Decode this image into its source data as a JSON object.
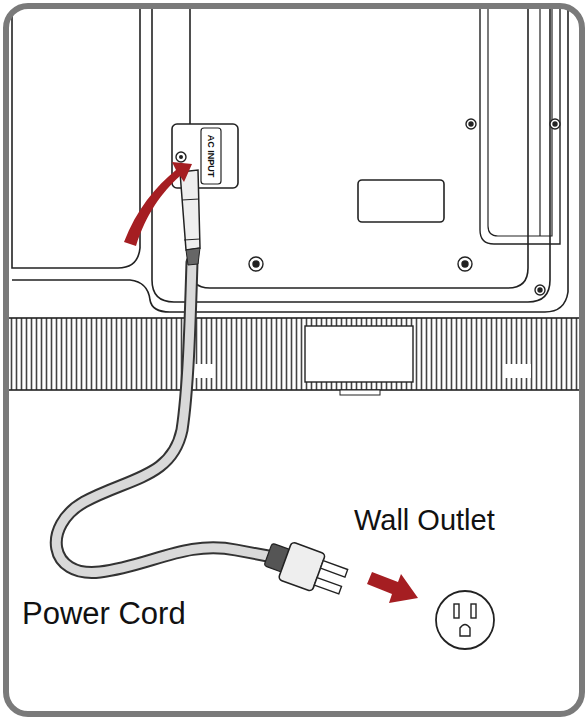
{
  "diagram": {
    "labels": [
      "AC INPUT",
      "Wall Outlet",
      "Power Cord"
    ]
  }
}
